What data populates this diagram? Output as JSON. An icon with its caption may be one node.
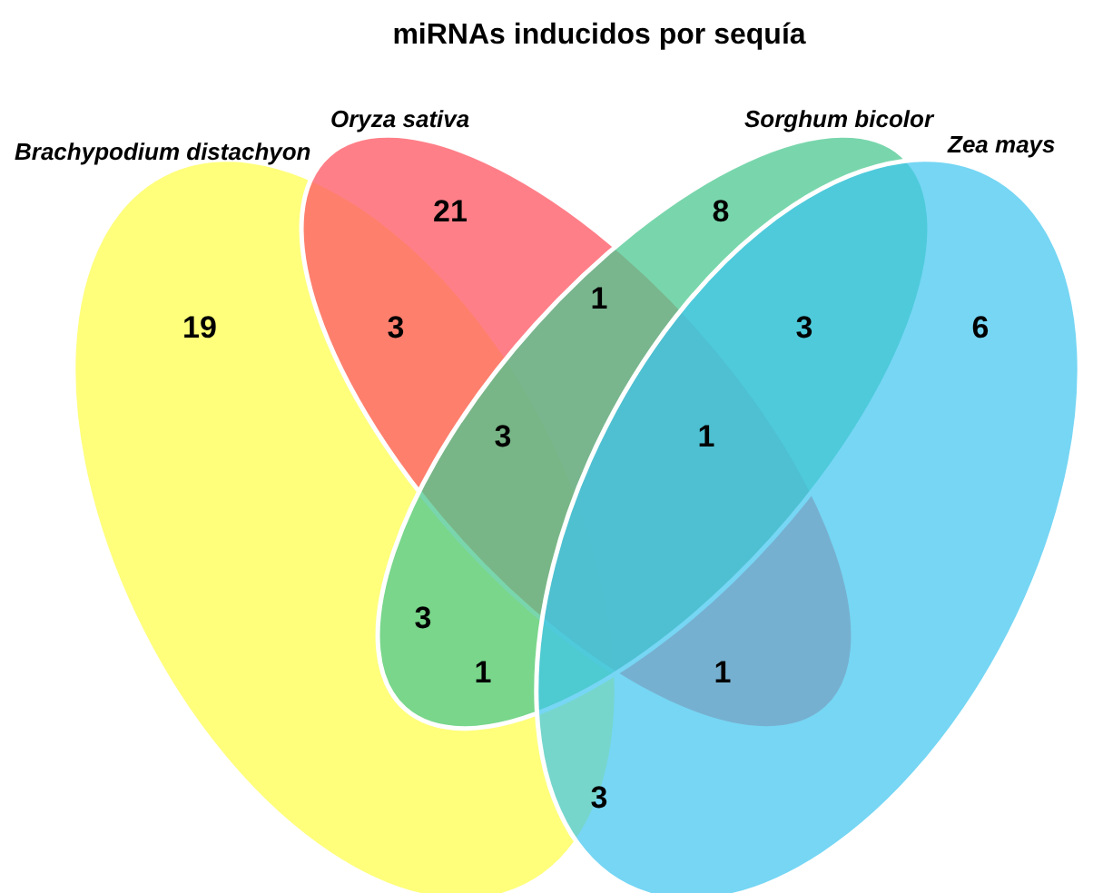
{
  "diagram": {
    "title": "miRNAs inducidos por sequía",
    "nodes": [
      {
        "text": [
          "Brachypodium distachyon"
        ]
      },
      {
        "text": [
          "Oryza sativa"
        ]
      },
      {
        "text": [
          "Sorghum bicolor"
        ]
      },
      {
        "text": [
          "Zea mays"
        ]
      }
    ],
    "labels": [
      "21",
      "8",
      "19",
      "3",
      "1",
      "3",
      "6",
      "3",
      "1",
      "3",
      "1",
      "1",
      "3"
    ]
  }
}
